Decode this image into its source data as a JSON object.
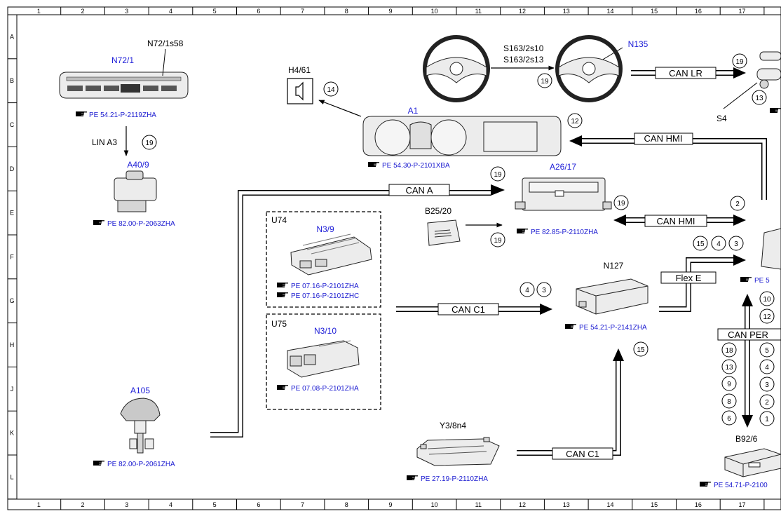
{
  "grid": {
    "columns": [
      "1",
      "2",
      "3",
      "4",
      "5",
      "6",
      "7",
      "8",
      "9",
      "10",
      "11",
      "12",
      "13",
      "14",
      "15",
      "16",
      "17"
    ],
    "rows": [
      "A",
      "B",
      "C",
      "D",
      "E",
      "F",
      "G",
      "H",
      "J",
      "K",
      "L"
    ]
  },
  "components": {
    "N72_1s58": "N72/1s58",
    "N72_1": "N72/1",
    "N72_1_ref": "PE 54.21-P-2119ZHA",
    "A40_9": "A40/9",
    "A40_9_ref": "PE 82.00-P-2063ZHA",
    "A105": "A105",
    "A105_ref": "PE 82.00-P-2061ZHA",
    "H4_61": "H4/61",
    "A1": "A1",
    "A1_ref": "PE 54.30-P-2101XBA",
    "S163_2s10": "S163/2s10",
    "S163_2s13": "S163/2s13",
    "N135": "N135",
    "S4": "S4",
    "A26_17": "A26/17",
    "A26_17_ref": "PE 82.85-P-2110ZHA",
    "B25_20": "B25/20",
    "U74": "U74",
    "N3_9": "N3/9",
    "N3_9_ref1": "PE 07.16-P-2101ZHA",
    "N3_9_ref2": "PE 07.16-P-2101ZHC",
    "U75": "U75",
    "N3_10": "N3/10",
    "N3_10_ref": "PE 07.08-P-2101ZHA",
    "N127": "N127",
    "N127_ref": "PE 54.21-P-2141ZHA",
    "Y3_8n4": "Y3/8n4",
    "Y3_8n4_ref": "PE 27.19-P-2110ZHA",
    "B92_6": "B92/6",
    "B92_6_ref": "PE 54.71-P-2100",
    "right_ref_top": "PE 5"
  },
  "buses": {
    "lin_a3": "LIN A3",
    "can_lr": "CAN LR",
    "can_hmi_top": "CAN HMI",
    "can_a": "CAN A",
    "can_hmi_mid": "CAN HMI",
    "can_c1_mid": "CAN C1",
    "can_c1_bottom": "CAN C1",
    "flex_e": "Flex E",
    "can_per": "CAN PER"
  },
  "circle_numbers": {
    "lin_a3": "19",
    "h4_61": "14",
    "steering": "19",
    "can_lr": "19",
    "s4": "13",
    "a1": "12",
    "can_a": "19",
    "b25_20": "19",
    "can_hmi_left": "19",
    "can_hmi_right": "2",
    "flex_a": "15",
    "flex_b": "4",
    "flex_c": "3",
    "can_c1_a": "4",
    "can_c1_b": "3",
    "n127_up": "15",
    "per_r1": "10",
    "per_r2": "12",
    "per_l1": "18",
    "per_l2": "13",
    "per_l3": "9",
    "per_l4": "8",
    "per_l5": "6",
    "per_r3": "5",
    "per_r4": "4",
    "per_r5": "3",
    "per_r6": "2",
    "per_r7": "1"
  },
  "icons": {
    "ref_pointer": "pointing-hand-icon",
    "speaker": "speaker-icon"
  }
}
